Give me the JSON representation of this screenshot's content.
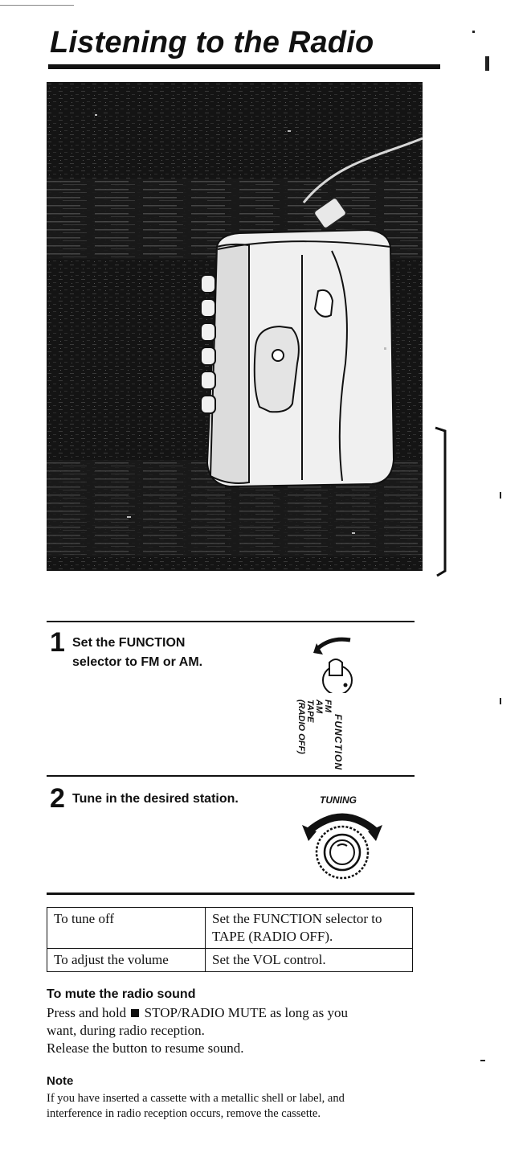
{
  "page": {
    "title": "Listening to the Radio"
  },
  "steps": [
    {
      "number": "1",
      "text_line1": "Set the FUNCTION",
      "text_line2": "selector to FM or AM.",
      "dial": {
        "name": "FUNCTION",
        "positions": [
          "FM",
          "AM",
          "TAPE",
          "(RADIO OFF)"
        ]
      }
    },
    {
      "number": "2",
      "text": "Tune in the desired station.",
      "dial": {
        "name": "TUNING"
      }
    }
  ],
  "table": {
    "rows": [
      {
        "action": "To tune off",
        "instruction_line1": "Set the FUNCTION selector to",
        "instruction_line2": "TAPE (RADIO OFF)."
      },
      {
        "action": "To adjust the volume",
        "instruction_line1": "Set the VOL control.",
        "instruction_line2": ""
      }
    ]
  },
  "mute_section": {
    "heading": "To mute the radio sound",
    "line1_pre": "Press and hold",
    "line1_button": "STOP/RADIO MUTE as long as you",
    "line2": "want, during radio reception.",
    "line3": "Release the button to resume sound."
  },
  "note": {
    "heading": "Note",
    "line1": "If you have inserted a cassette with a metallic shell or label, and",
    "line2": "interference in radio reception occurs, remove the cassette."
  }
}
